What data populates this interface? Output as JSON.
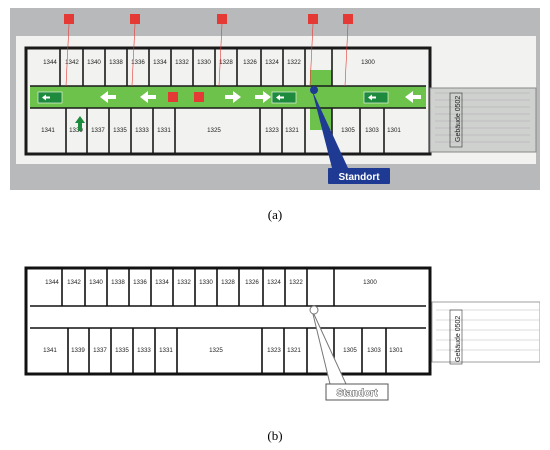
{
  "panel_a": {
    "caption": "(a)",
    "standort_label": "Standort",
    "building_label": "Gebäude 0502",
    "rooms_top": [
      "1344",
      "1342",
      "1340",
      "1338",
      "1336",
      "1334",
      "1332",
      "1330",
      "1328",
      "1326",
      "1324",
      "1322",
      "1300"
    ],
    "rooms_bottom": [
      "1341",
      "1339",
      "1337",
      "1335",
      "1333",
      "1331",
      "1325",
      "1323",
      "1321",
      "1305",
      "1303",
      "1301"
    ],
    "colors": {
      "corridor": "#6cc24a",
      "arrow": "#ffffff",
      "exit_sign": "#1e8a3e",
      "fire_sign": "#e53935",
      "standort_marker": "#1f3a93",
      "wall": "#1a1a1a",
      "background": "#b7b9bb"
    }
  },
  "panel_b": {
    "caption": "(b)",
    "standort_label": "Standort",
    "building_label": "Gebäude 0502",
    "rooms_top": [
      "1344",
      "1342",
      "1340",
      "1338",
      "1336",
      "1334",
      "1332",
      "1330",
      "1328",
      "1326",
      "1324",
      "1322",
      "1300"
    ],
    "rooms_bottom": [
      "1341",
      "1339",
      "1337",
      "1335",
      "1333",
      "1331",
      "1325",
      "1323",
      "1321",
      "1305",
      "1303",
      "1301"
    ]
  }
}
